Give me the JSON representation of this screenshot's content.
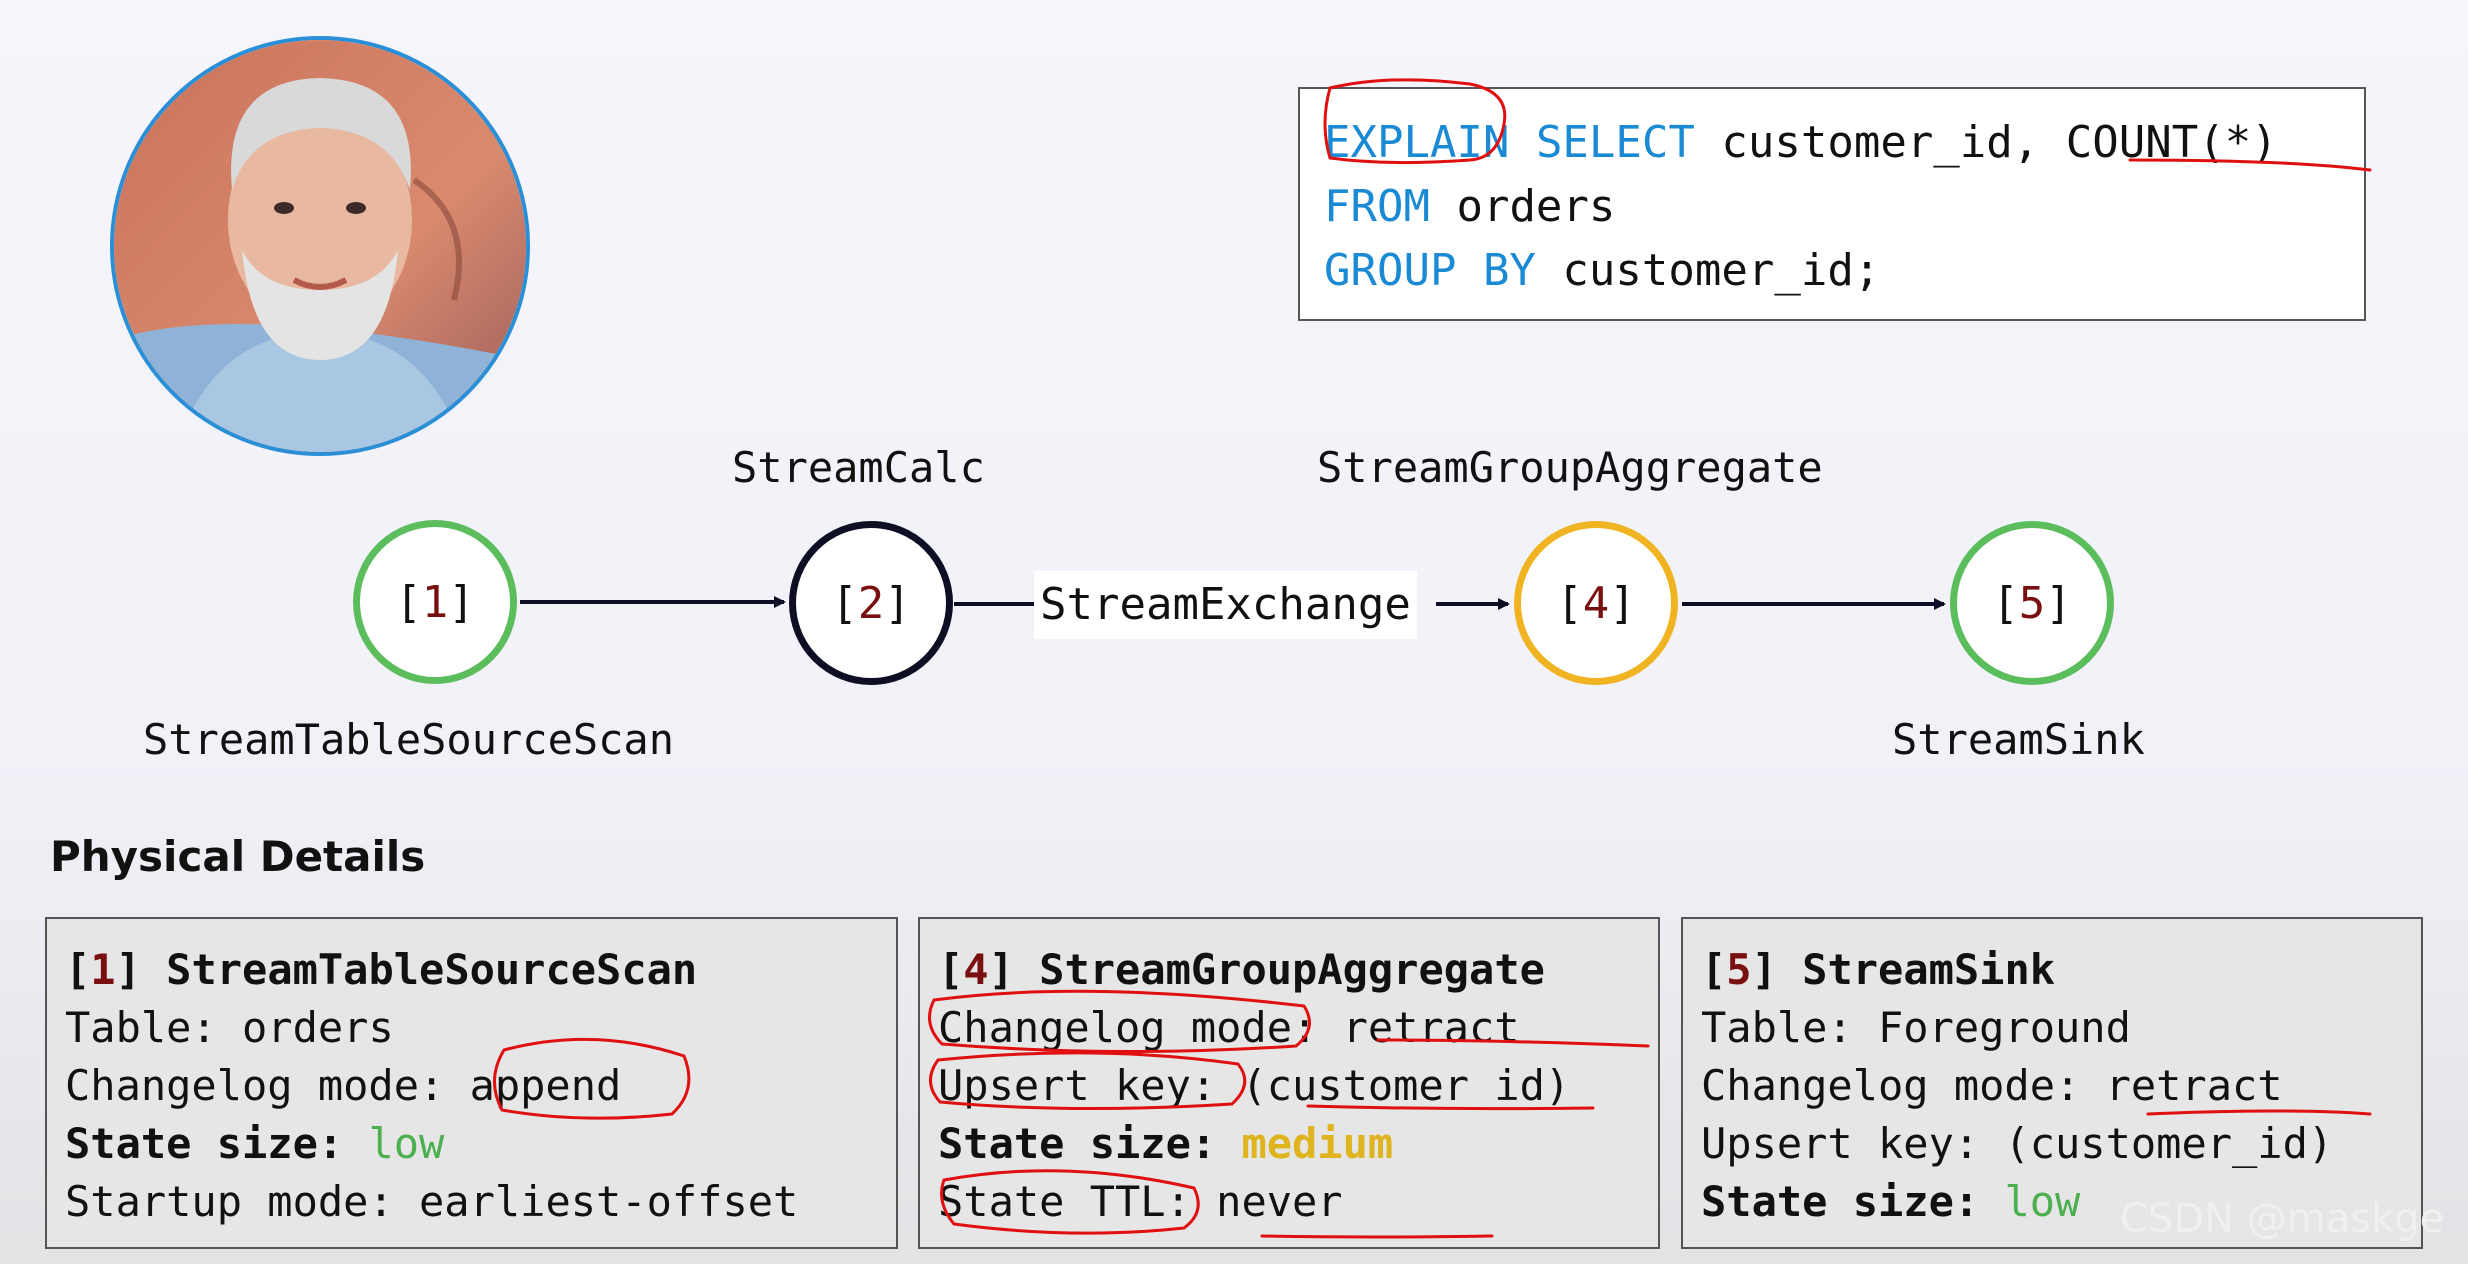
{
  "sql": {
    "line1": {
      "kw1": "EXPLAIN",
      "kw2": "SELECT",
      "rest": " customer_id, COUNT(*)"
    },
    "line2": {
      "kw": "FROM",
      "rest": " orders"
    },
    "line3": {
      "kw": "GROUP BY",
      "rest": " customer_id;"
    }
  },
  "diagram": {
    "nodes": [
      {
        "num": "1",
        "label": "StreamTableSourceScan",
        "color": "#5cbd5c"
      },
      {
        "num": "2",
        "label": "StreamCalc",
        "color": "#0e0e24"
      },
      {
        "num": "4",
        "label": "StreamGroupAggregate",
        "color": "#f0b322"
      },
      {
        "num": "5",
        "label": "StreamSink",
        "color": "#5cbd5c"
      }
    ],
    "edge_label": "StreamExchange"
  },
  "physical": {
    "title": "Physical Details",
    "panels": [
      {
        "num": "1",
        "name": "StreamTableSourceScan",
        "lines": [
          {
            "label": "Table: ",
            "value": "orders"
          },
          {
            "label": "Changelog mode: ",
            "value": "append"
          },
          {
            "label": "State size",
            "value": "low",
            "value_color": "#4caf50"
          },
          {
            "label": "Startup mode: ",
            "value": "earliest-offset"
          }
        ]
      },
      {
        "num": "4",
        "name": "StreamGroupAggregate",
        "lines": [
          {
            "label": "Changelog mode: ",
            "value": "retract"
          },
          {
            "label": "Upsert key: ",
            "value": "(customer_id)"
          },
          {
            "label": "State size",
            "value": "medium",
            "value_color": "#e0b41e"
          },
          {
            "label": "State TTL: ",
            "value": "never"
          }
        ]
      },
      {
        "num": "5",
        "name": "StreamSink",
        "lines": [
          {
            "label": "Table: ",
            "value": "Foreground"
          },
          {
            "label": "Changelog mode: ",
            "value": "retract"
          },
          {
            "label": "Upsert key: ",
            "value": "(customer_id)"
          },
          {
            "label": "State size",
            "value": "low",
            "value_color": "#4caf50"
          }
        ]
      }
    ]
  },
  "watermark": "CSDN @maskge"
}
